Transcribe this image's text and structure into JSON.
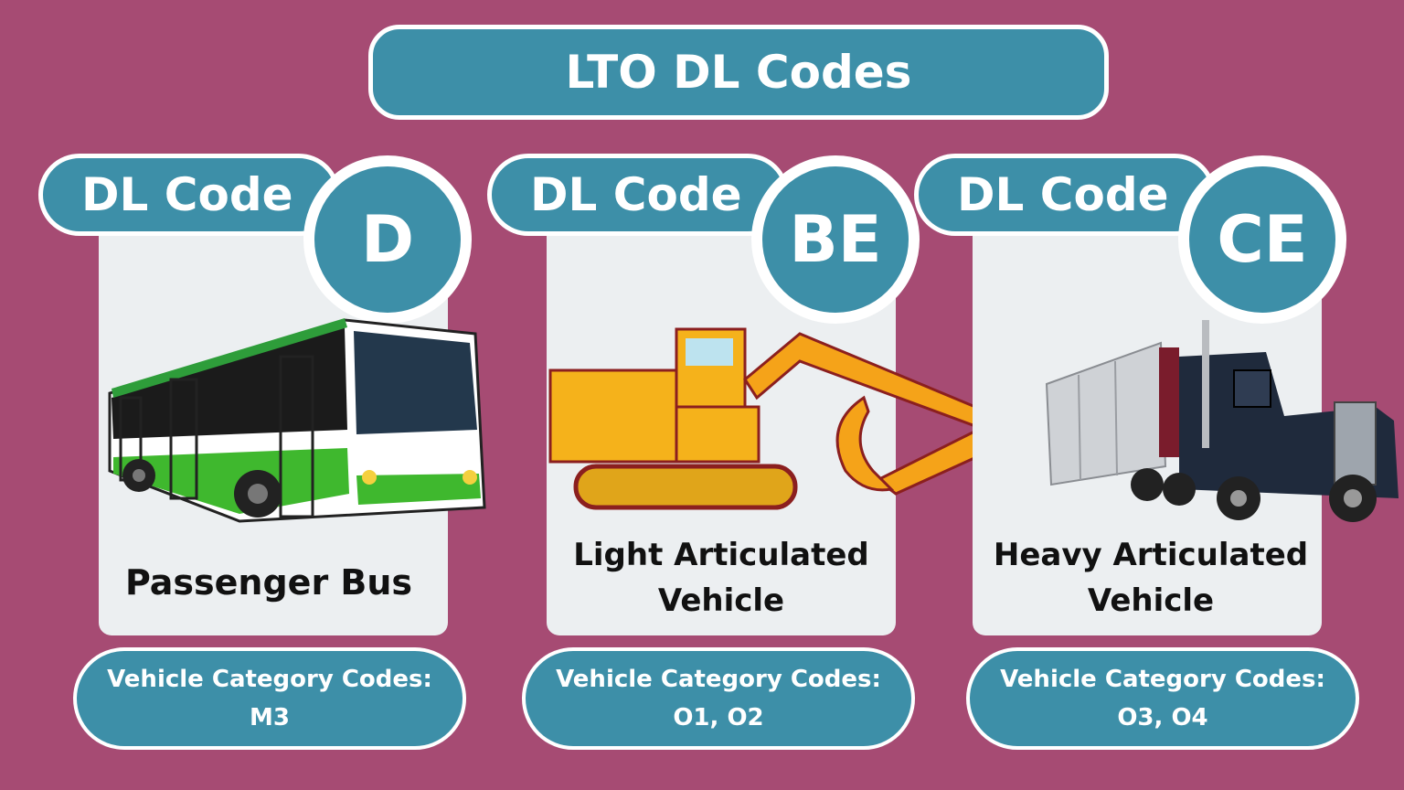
{
  "title": "LTO DL Codes",
  "colors": {
    "background": "#a64b73",
    "accent": "#3d8fa8",
    "card": "#eceff1"
  },
  "cards": [
    {
      "label": "DL Code",
      "code": "D",
      "caption_line1": "Passenger Bus",
      "caption_line2": "",
      "category_label": "Vehicle Category Codes:",
      "category_codes": "M3",
      "icon": "bus-icon"
    },
    {
      "label": "DL Code",
      "code": "BE",
      "caption_line1": "Light Articulated",
      "caption_line2": "Vehicle",
      "category_label": "Vehicle Category Codes:",
      "category_codes": "O1, O2",
      "icon": "excavator-icon"
    },
    {
      "label": "DL Code",
      "code": "CE",
      "caption_line1": "Heavy Articulated",
      "caption_line2": "Vehicle",
      "category_label": "Vehicle Category Codes:",
      "category_codes": "O3, O4",
      "icon": "semi-truck-icon"
    }
  ]
}
